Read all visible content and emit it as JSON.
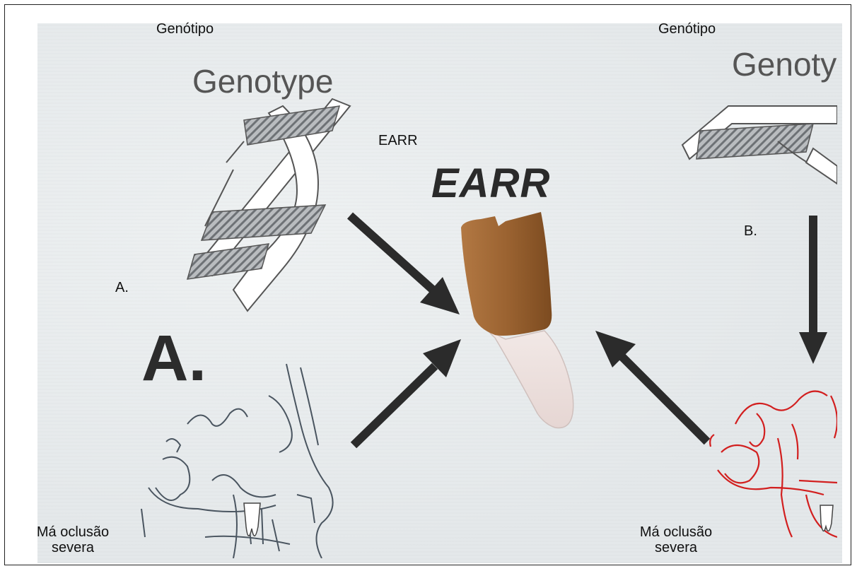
{
  "labels": {
    "genotipo_left": "Genótipo",
    "genotipo_right": "Genótipo",
    "earr_caption": "EARR",
    "a_caption": "A.",
    "b_caption": "B.",
    "maloclusao_left_line1": "Má oclusão",
    "maloclusao_left_line2": "severa",
    "maloclusao_right_line1": "Má oclusão",
    "maloclusao_right_line2": "severa"
  },
  "figure_text": {
    "genotype_left": "Genotype",
    "genotype_right": "Genoty",
    "earr": "EARR",
    "a_big": "A."
  },
  "colors": {
    "background": "#e9ecee",
    "arrow": "#2b2b2b",
    "tooth_crown": "#9a6330",
    "sketch_left": "#4a5560",
    "sketch_right": "#d21f1f"
  }
}
